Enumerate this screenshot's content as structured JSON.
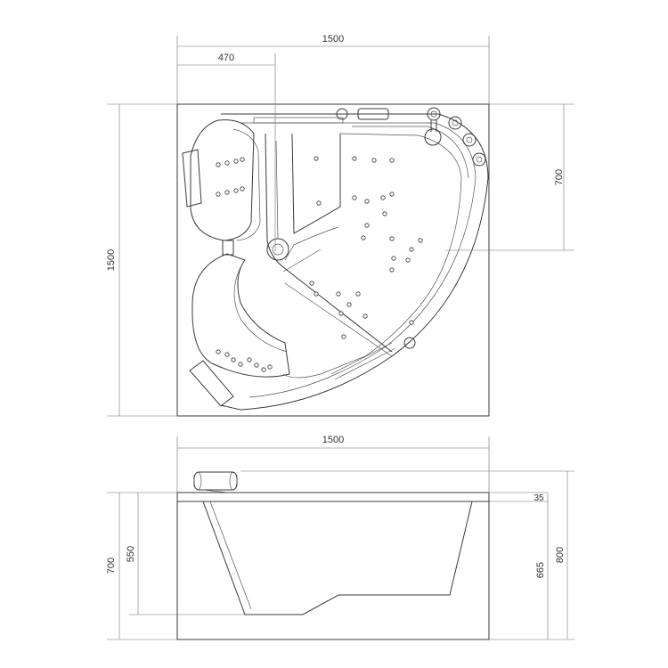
{
  "top_view": {
    "width_label": "1500",
    "offset_label": "470",
    "depth_label": "1500",
    "side_depth_label": "700"
  },
  "side_view": {
    "width_label": "1500",
    "rim_label": "35",
    "height_label": "700",
    "inner_depth_label": "550",
    "water_level_label": "665",
    "total_height_label": "800"
  },
  "colors": {
    "line": "#3a3a3a",
    "dimension": "#707070",
    "background": "#ffffff"
  }
}
